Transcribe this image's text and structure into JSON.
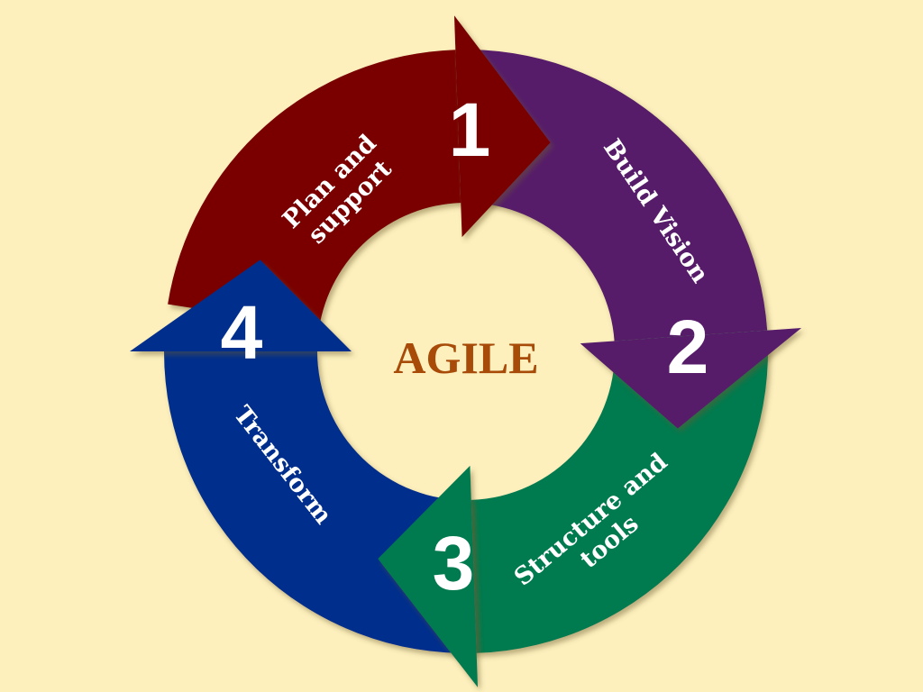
{
  "title": "AGILE",
  "colors": {
    "background": "#fdf0bd",
    "title": "#a84a08"
  },
  "steps": [
    {
      "number": "1",
      "label_lines": [
        "Plan and",
        "support"
      ],
      "color": "#7a0000"
    },
    {
      "number": "2",
      "label_lines": [
        "Build Vision"
      ],
      "color": "#561a6b"
    },
    {
      "number": "3",
      "label_lines": [
        "Structure and",
        "tools"
      ],
      "color": "#057a50"
    },
    {
      "number": "4",
      "label_lines": [
        "Transform"
      ],
      "color": "#032f8c"
    }
  ]
}
